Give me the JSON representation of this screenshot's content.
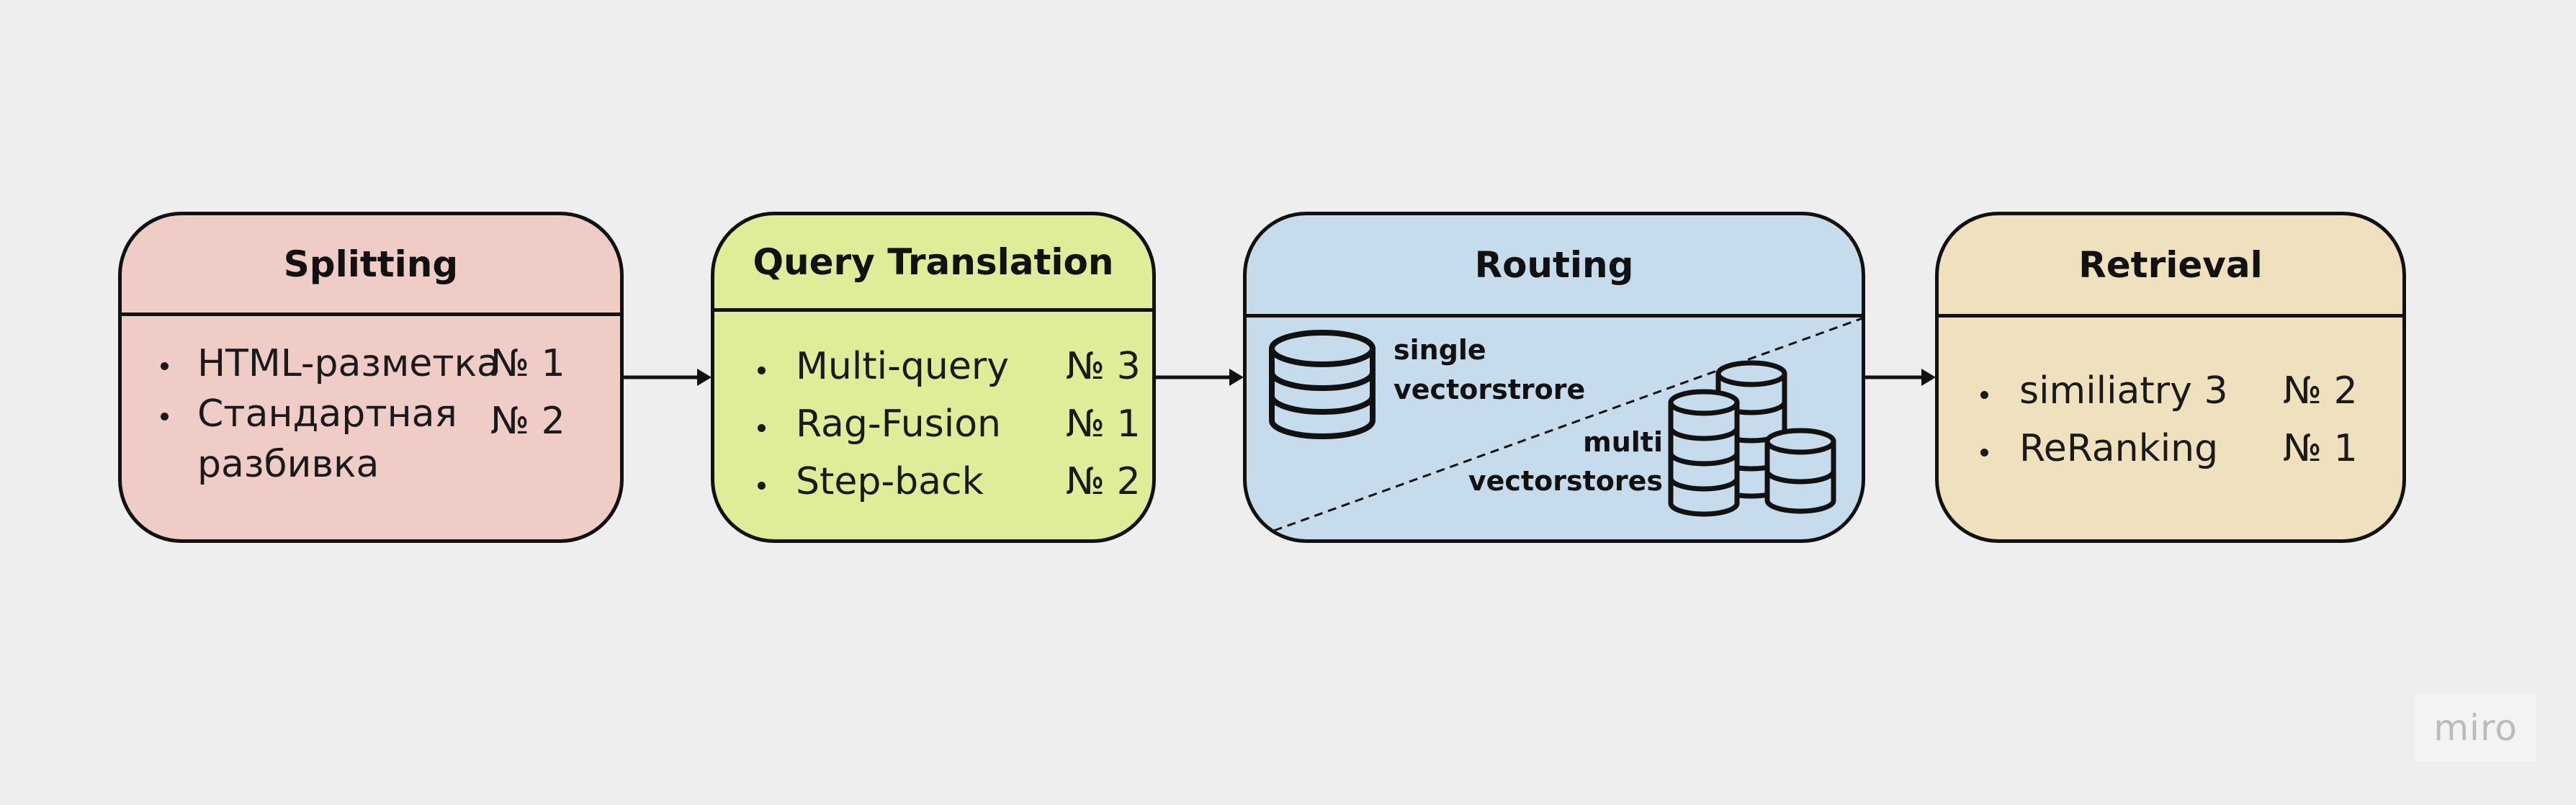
{
  "splitting": {
    "title": "Splitting",
    "items": [
      {
        "label": "HTML-разметка",
        "rank": "№ 1"
      },
      {
        "label": "Стандартная",
        "label2": "разбивка",
        "rank": "№ 2"
      }
    ]
  },
  "query_translation": {
    "title": "Query Translation",
    "items": [
      {
        "label": "Multi-query",
        "rank": "№ 3"
      },
      {
        "label": "Rag-Fusion",
        "rank": "№ 1"
      },
      {
        "label": "Step-back",
        "rank": "№ 2"
      }
    ]
  },
  "routing": {
    "title": "Routing",
    "single_line1": "single",
    "single_line2": "vectorstrore",
    "multi_line1": "multi",
    "multi_line2": "vectorstores"
  },
  "retrieval": {
    "title": "Retrieval",
    "items": [
      {
        "label": "similiatry 3",
        "rank": "№ 2"
      },
      {
        "label": "ReRanking",
        "rank": "№ 1"
      }
    ]
  },
  "watermark": "miro",
  "colors": {
    "splitting": "#efcdc6",
    "query_translation": "#dfec98",
    "routing": "#c6dced",
    "retrieval": "#f0e1be",
    "stroke": "#111111",
    "background": "#eeeeee"
  },
  "icons": {
    "single": "database-icon",
    "multi": "database-stack-icon",
    "connector": "arrow-right-icon"
  }
}
